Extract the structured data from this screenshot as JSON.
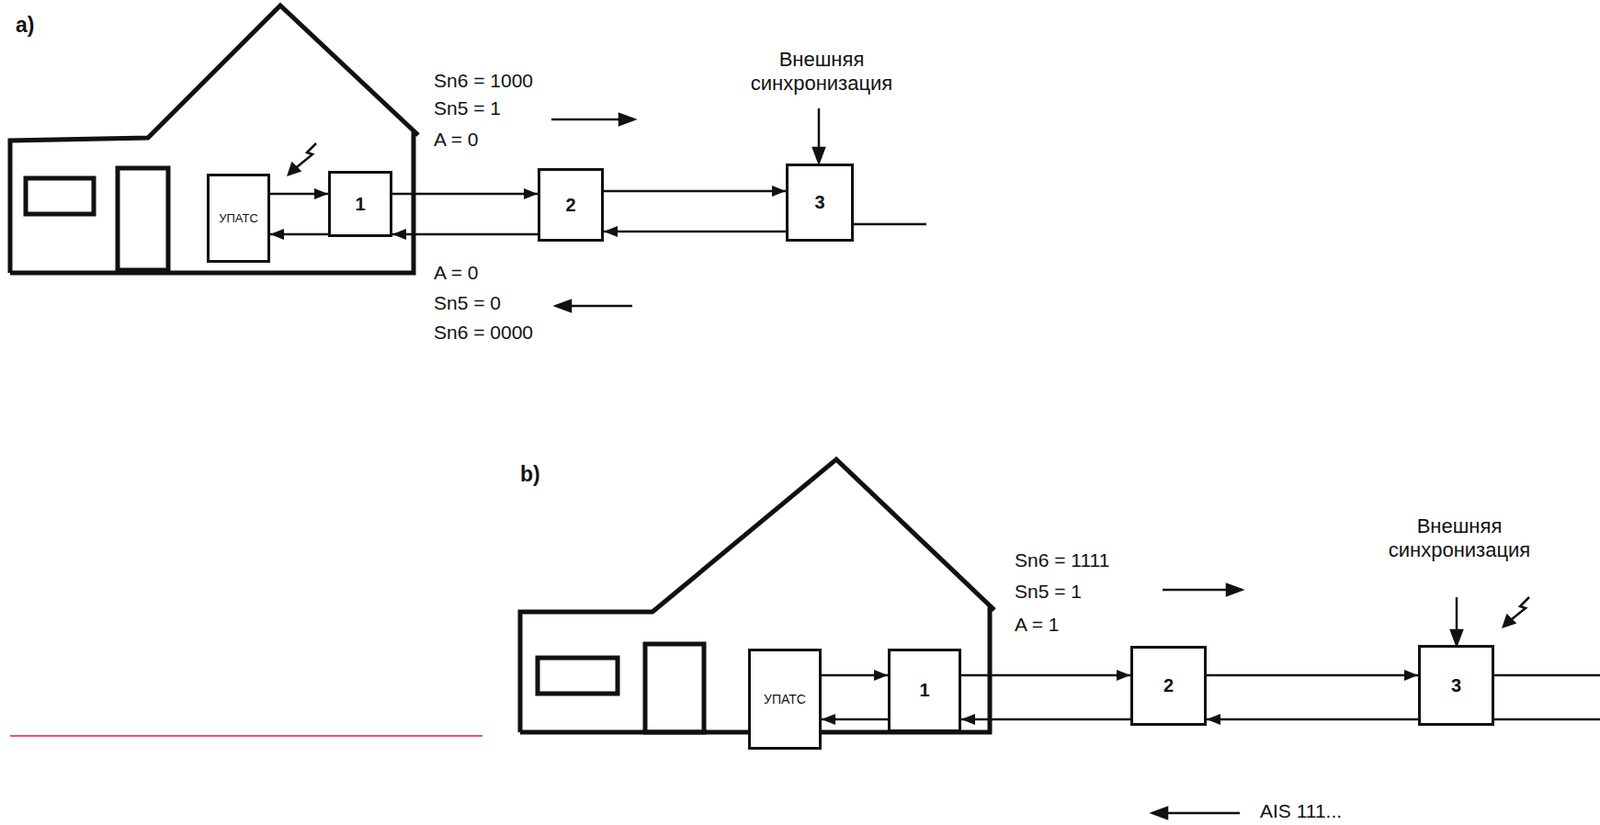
{
  "diagram": {
    "nodes": [
      {
        "text": [
          "УПАТС"
        ]
      },
      {
        "text": [
          "1"
        ]
      },
      {
        "text": [
          "2"
        ]
      },
      {
        "text": [
          "3"
        ]
      },
      {
        "text": [
          "УПАТС"
        ]
      },
      {
        "text": [
          "1"
        ]
      },
      {
        "text": [
          "2"
        ]
      },
      {
        "text": [
          "3"
        ]
      }
    ],
    "edges": [
      {
        "from": 0,
        "to": 1,
        "arrow": "to"
      },
      {
        "from": 1,
        "to": 0,
        "arrow": "to"
      },
      {
        "from": 1,
        "to": 2,
        "arrow": "to"
      },
      {
        "from": 2,
        "to": 1,
        "arrow": "to"
      },
      {
        "from": 2,
        "to": 3,
        "arrow": "to"
      },
      {
        "from": 3,
        "to": 2,
        "arrow": "to"
      },
      {
        "from": 4,
        "to": 5,
        "arrow": "to"
      },
      {
        "from": 5,
        "to": 4,
        "arrow": "to"
      },
      {
        "from": 5,
        "to": 6,
        "arrow": "to"
      },
      {
        "from": 6,
        "to": 5,
        "arrow": "to"
      },
      {
        "from": 6,
        "to": 7,
        "arrow": "to"
      },
      {
        "from": 7,
        "to": 6,
        "arrow": "to"
      }
    ],
    "labels": [
      "a)",
      "Sn6 = 1000",
      "Sn5 = 1",
      "A = 0",
      "Внешняя синхронизация",
      "A = 0",
      "Sn5 = 0",
      "Sn6 = 0000",
      "b)",
      "Sn6 = 1111",
      "Sn5 = 1",
      "A = 1",
      "Внешняя синхронизация",
      "AIS 111..."
    ]
  }
}
